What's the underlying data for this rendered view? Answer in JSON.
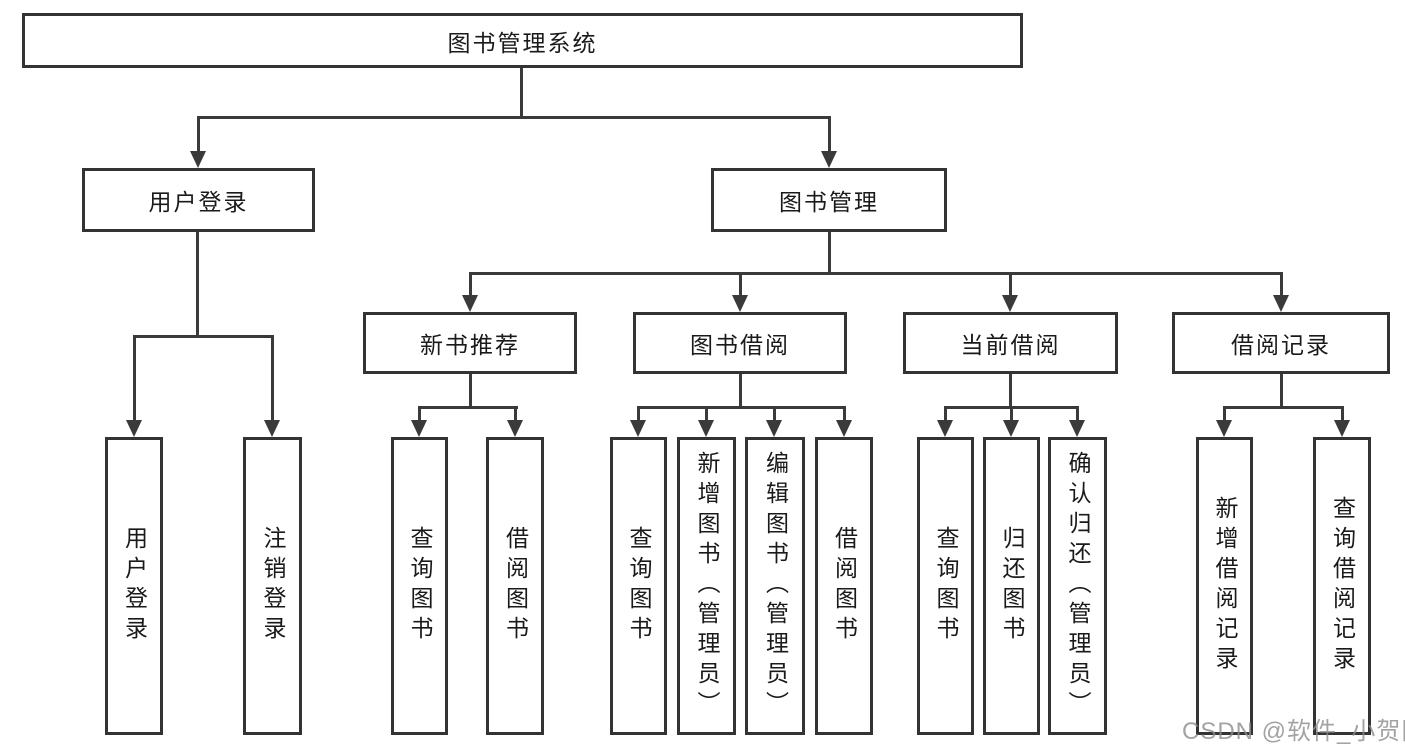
{
  "tree": {
    "label": "图书管理系统",
    "children": [
      {
        "label": "用户登录",
        "children": [
          {
            "label": "用户登录"
          },
          {
            "label": "注销登录"
          }
        ]
      },
      {
        "label": "图书管理",
        "children": [
          {
            "label": "新书推荐",
            "children": [
              {
                "label": "查询图书"
              },
              {
                "label": "借阅图书"
              }
            ]
          },
          {
            "label": "图书借阅",
            "children": [
              {
                "label": "查询图书"
              },
              {
                "label": "新增图书（管理员）"
              },
              {
                "label": "编辑图书（管理员）"
              },
              {
                "label": "借阅图书"
              }
            ]
          },
          {
            "label": "当前借阅",
            "children": [
              {
                "label": "查询图书"
              },
              {
                "label": "归还图书"
              },
              {
                "label": "确认归还（管理员）"
              }
            ]
          },
          {
            "label": "借阅记录",
            "children": [
              {
                "label": "新增借阅记录"
              },
              {
                "label": "查询借阅记录"
              }
            ]
          }
        ]
      }
    ]
  },
  "watermark": "CSDN @软件_小贺同学",
  "colors": {
    "line": "#3a3a3a",
    "box_border": "#333333",
    "text": "#1a1a1a",
    "watermark_text": "#8c8c8c",
    "background": "#ffffff"
  }
}
